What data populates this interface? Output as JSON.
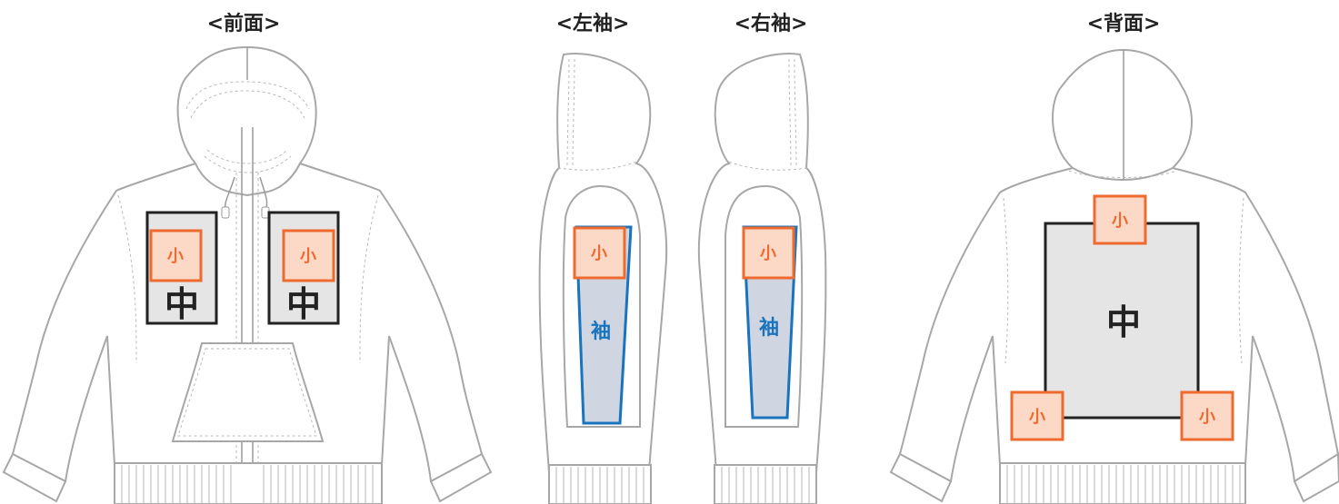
{
  "titles": {
    "front": "<前面>",
    "left_sleeve": "<左袖>",
    "right_sleeve": "<右袖>",
    "back": "<背面>"
  },
  "labels": {
    "small": "小",
    "medium": "中",
    "sleeve": "袖"
  },
  "colors": {
    "small_stroke": "#ee6a2e",
    "small_fill": "#fcd9c7",
    "medium_stroke": "#222222",
    "medium_fill": "#e5e5e5",
    "sleeve_stroke": "#1a73bd",
    "sleeve_fill": "#cfd6e2",
    "garment_outline": "#a7a7a7"
  }
}
